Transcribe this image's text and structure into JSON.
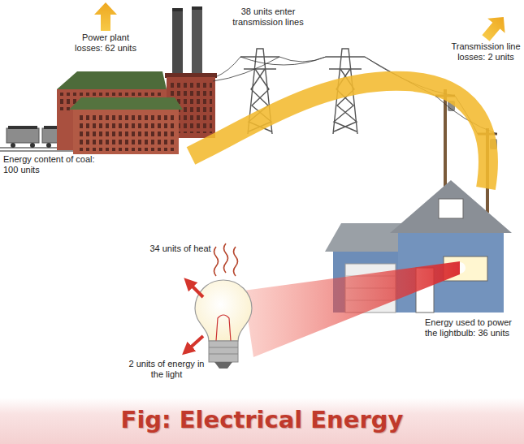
{
  "diagram": {
    "caption": "Fig: Electrical Energy",
    "labels": [
      "Power plant losses: 62 units",
      "38 units enter transmission lines",
      "Transmission line losses: 2 units",
      "Energy content of coal: 100 units",
      "34 units of heat",
      "Energy used to power the lightbulb: 36 units",
      "2 units of energy in the light"
    ]
  }
}
